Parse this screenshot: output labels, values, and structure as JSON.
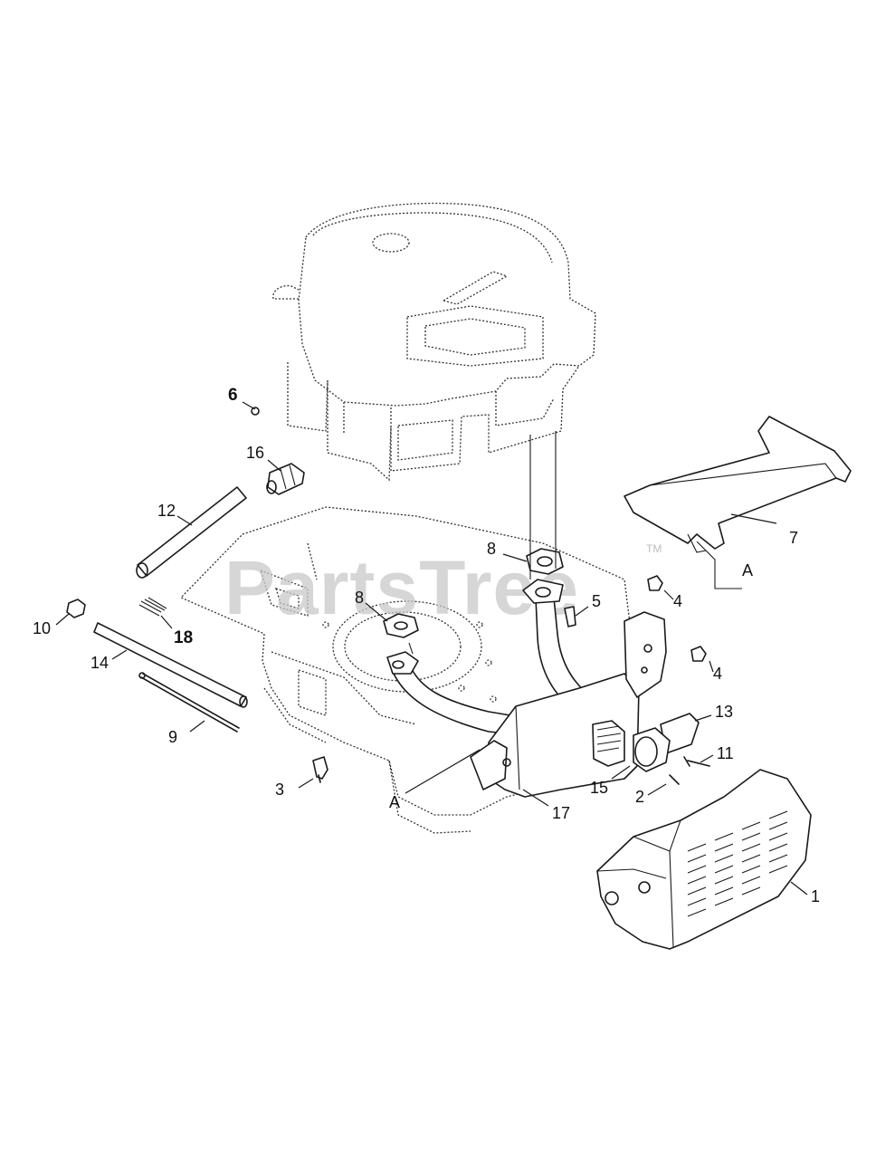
{
  "watermark": {
    "text": "PartsTree",
    "trademark": "TM"
  },
  "callouts": {
    "c1": "1",
    "c2": "2",
    "c3": "3",
    "c4a": "4",
    "c4b": "4",
    "c5": "5",
    "c6": "6",
    "c7": "7",
    "c8a": "8",
    "c8b": "8",
    "c9": "9",
    "c10": "10",
    "c11": "11",
    "c12": "12",
    "c13": "13",
    "c14": "14",
    "c15": "15",
    "c16": "16",
    "c17": "17",
    "c18": "18",
    "refA1": "A",
    "refA2": "A"
  }
}
